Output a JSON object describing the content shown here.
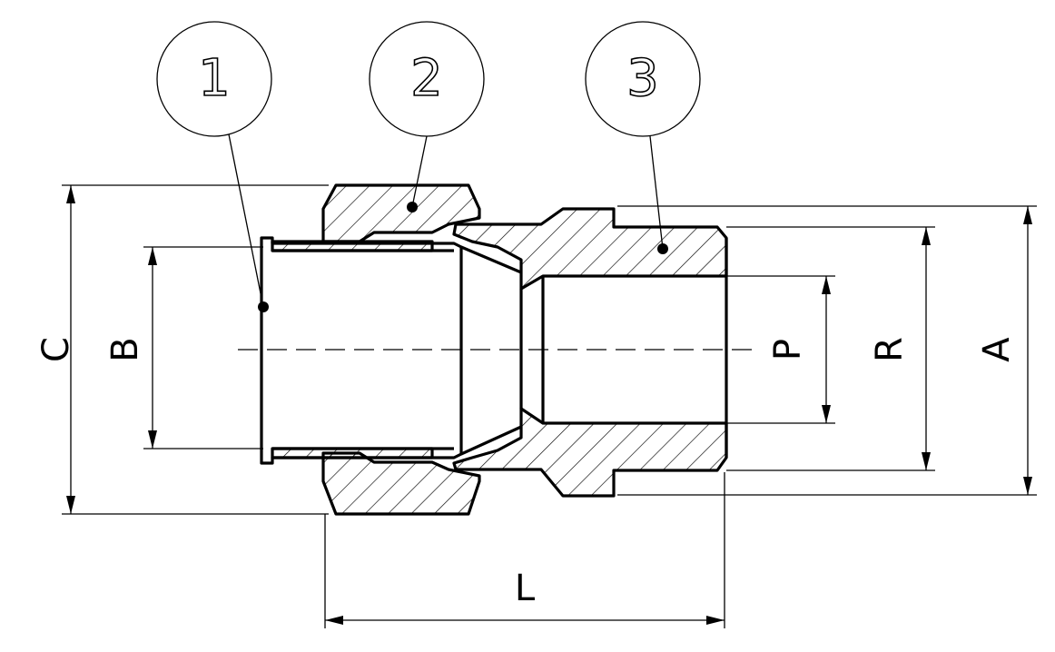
{
  "dimensions": {
    "A": "A",
    "B": "B",
    "C": "C",
    "L": "L",
    "P": "P",
    "R": "R"
  },
  "parts": [
    {
      "number": "1"
    },
    {
      "number": "2"
    },
    {
      "number": "3"
    }
  ],
  "colors": {
    "line": "#000000",
    "background": "#ffffff"
  }
}
